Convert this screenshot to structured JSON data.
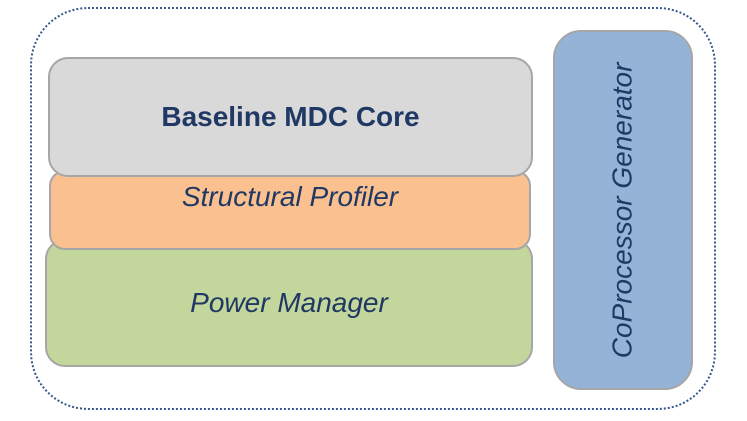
{
  "diagram": {
    "text_color": "#1F3864",
    "outer_frame": {
      "border_color": "#35598E",
      "style": "dotted"
    },
    "block_border_color": "#A6A6A6",
    "blocks": {
      "baseline_core": {
        "label": "Baseline MDC Core",
        "fill": "#D9D9D9"
      },
      "structural_profiler": {
        "label": "Structural Profiler",
        "fill": "#FAC090"
      },
      "power_manager": {
        "label": "Power Manager",
        "fill": "#C3D69B"
      },
      "coprocessor_generator": {
        "label": "CoProcessor Generator",
        "fill": "#95B3D7"
      }
    }
  }
}
